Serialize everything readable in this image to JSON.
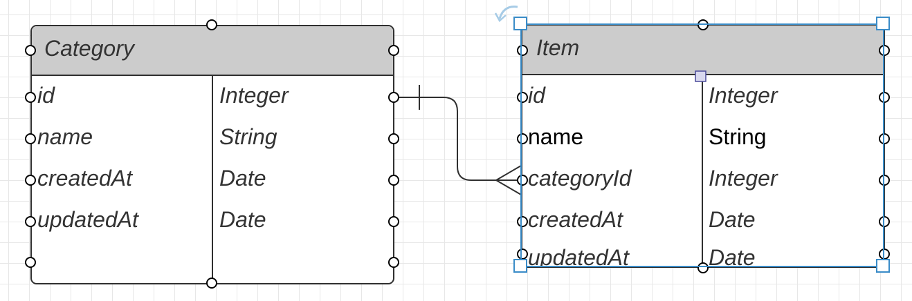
{
  "diagram": {
    "entities": [
      {
        "title": "Category",
        "rows": [
          {
            "name": "id",
            "type": "Integer",
            "emphasis": "italic"
          },
          {
            "name": "name",
            "type": "String",
            "emphasis": "italic"
          },
          {
            "name": "createdAt",
            "type": "Date",
            "emphasis": "italic"
          },
          {
            "name": "updatedAt",
            "type": "Date",
            "emphasis": "italic"
          }
        ]
      },
      {
        "title": "Item",
        "selected": true,
        "rows": [
          {
            "name": "id",
            "type": "Integer",
            "emphasis": "italic"
          },
          {
            "name": "name",
            "type": "String",
            "emphasis": "plain"
          },
          {
            "name": "categoryId",
            "type": "Integer",
            "emphasis": "italic"
          },
          {
            "name": "createdAt",
            "type": "Date",
            "emphasis": "italic"
          },
          {
            "name": "updatedAt",
            "type": "Date",
            "emphasis": "italic"
          }
        ]
      }
    ],
    "relationship": {
      "from": "Category.id",
      "to": "Item.categoryId",
      "from_end": "one",
      "to_end": "many"
    },
    "colors": {
      "stroke": "#2f2f2f",
      "header_fill": "#cccccc",
      "selection": "#3a8cc8",
      "grid": "#e7e7e7",
      "text_italic": "#333333",
      "text_plain": "#000000"
    }
  }
}
